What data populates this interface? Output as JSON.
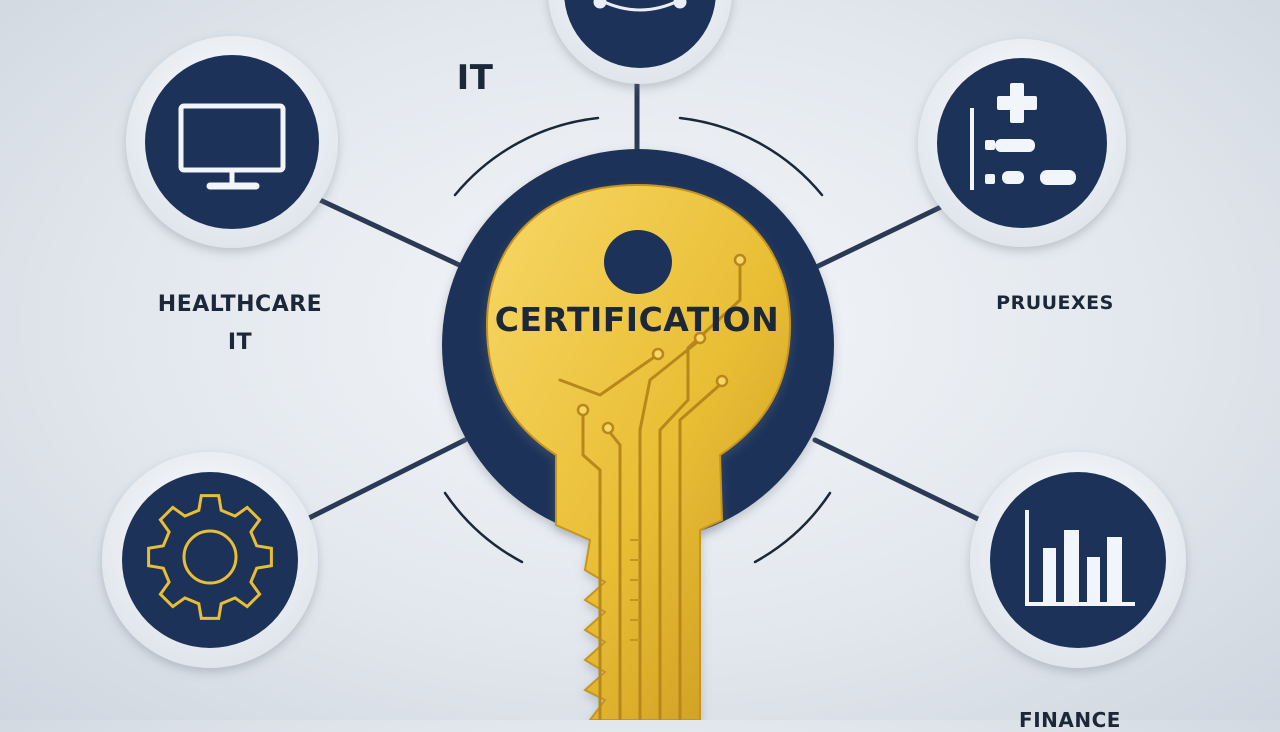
{
  "center": {
    "label": "CERTIFICATION"
  },
  "labels": {
    "top": "IT",
    "left_line1": "HEALTHCARE",
    "left_line2": "IT",
    "right": "PRUUEXES",
    "bottom_right": "FINANCE"
  },
  "icons": {
    "top_node": "hub-icon",
    "top_left": "monitor-icon",
    "top_right": "medical-cross-icon",
    "bottom_left": "gear-icon",
    "bottom_right": "bar-chart-icon",
    "center": "key-icon"
  },
  "colors": {
    "navy": "#1e3359",
    "gold": "#e9be34",
    "gold_dark": "#b8871a",
    "ring": "#eef2f6",
    "connector": "#2a3a55"
  }
}
